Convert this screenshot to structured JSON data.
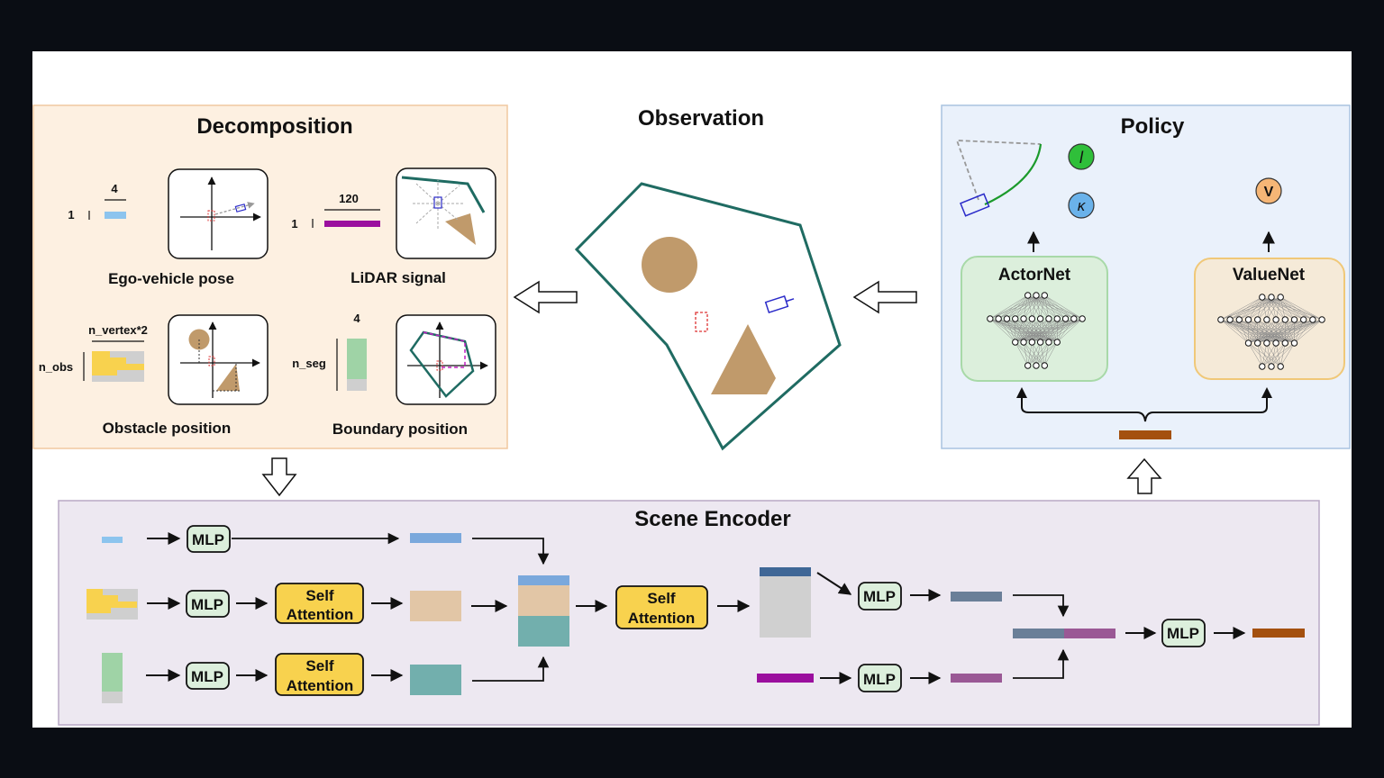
{
  "colors": {
    "background": "#0a0d14",
    "canvas": "#ffffff",
    "decomposition_bg": "#fdf0e1",
    "decomposition_border": "#f0c8a0",
    "policy_bg": "#eaf1fb",
    "policy_border": "#a9c3e0",
    "encoder_bg": "#ede8f1",
    "encoder_border": "#b9a9c6",
    "mlp_fill": "#dcefdc",
    "attention_fill": "#f8d24e",
    "ego_blue": "#8cc4ee",
    "lidar_purple": "#9b0f9e",
    "obstacle_tan": "#c09a6b",
    "boundary_teal": "#1f6b62",
    "output_brown": "#a4500f"
  },
  "decomposition": {
    "title": "Decomposition",
    "ego": {
      "caption": "Ego-vehicle pose",
      "dim_top": "4",
      "dim_left": "1"
    },
    "lidar": {
      "caption": "LiDAR signal",
      "dim_top": "120",
      "dim_left": "1"
    },
    "obstacle": {
      "caption": "Obstacle position",
      "dim_top": "n_vertex*2",
      "dim_left": "n_obs"
    },
    "boundary": {
      "caption": "Boundary position",
      "dim_top": "4",
      "dim_left": "n_seg"
    }
  },
  "observation": {
    "title": "Observation"
  },
  "policy": {
    "title": "Policy",
    "actor_label": "ActorNet",
    "value_label": "ValueNet",
    "output_l": "l",
    "output_kappa": "κ",
    "output_v": "V"
  },
  "encoder": {
    "title": "Scene Encoder",
    "mlp_label": "MLP",
    "attention_line1": "Self",
    "attention_line2": "Attention"
  }
}
